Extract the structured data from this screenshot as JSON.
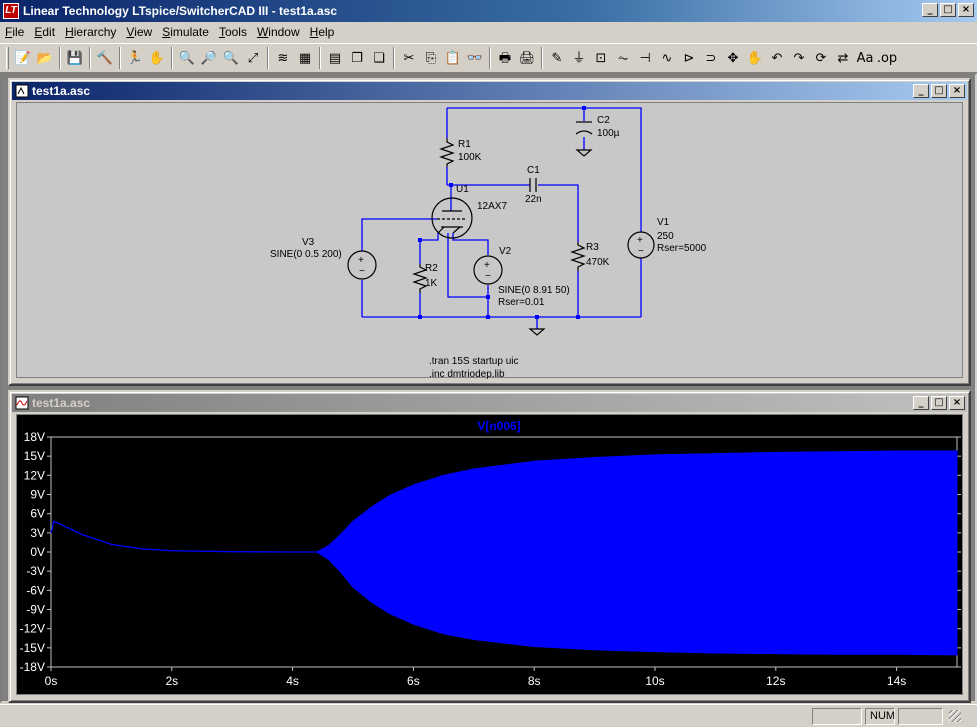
{
  "window": {
    "title": "Linear Technology LTspice/SwitcherCAD III - test1a.asc",
    "app_icon_glyph": "LT"
  },
  "menu": [
    {
      "label": "File",
      "key": "F",
      "rest": "ile"
    },
    {
      "label": "Edit",
      "key": "E",
      "rest": "dit"
    },
    {
      "label": "Hierarchy",
      "key": "H",
      "rest": "ierarchy"
    },
    {
      "label": "View",
      "key": "V",
      "rest": "iew"
    },
    {
      "label": "Simulate",
      "key": "S",
      "rest": "imulate"
    },
    {
      "label": "Tools",
      "key": "T",
      "rest": "ools"
    },
    {
      "label": "Window",
      "key": "W",
      "rest": "indow"
    },
    {
      "label": "Help",
      "key": "H",
      "rest": "elp"
    }
  ],
  "toolbar_icons": [
    [
      "new-schematic-icon",
      "📝"
    ],
    [
      "open-icon",
      "📂"
    ],
    null,
    [
      "save-icon",
      "💾"
    ],
    null,
    [
      "control-panel-icon",
      "🔨"
    ],
    null,
    [
      "run-icon",
      "🏃"
    ],
    [
      "halt-icon",
      "✋"
    ],
    null,
    [
      "zoom-in-icon",
      "🔍"
    ],
    [
      "zoom-out-icon",
      "🔎"
    ],
    [
      "zoom-pan-icon",
      "🔍"
    ],
    [
      "zoom-fit-icon",
      "⤢"
    ],
    null,
    [
      "autorange-icon",
      "≋"
    ],
    [
      "grid-icon",
      "▦"
    ],
    null,
    [
      "tile-horizontal-icon",
      "▤"
    ],
    [
      "cascade-icon",
      "❐"
    ],
    [
      "tile-vertical-icon",
      "❏"
    ],
    null,
    [
      "cut-icon",
      "✂"
    ],
    [
      "copy-icon",
      "⎘"
    ],
    [
      "paste-icon",
      "📋"
    ],
    [
      "find-icon",
      "👓"
    ],
    null,
    [
      "print-setup-icon",
      "🖶"
    ],
    [
      "print-icon",
      "🖨"
    ],
    null,
    [
      "draw-wire-icon",
      "✎"
    ],
    [
      "ground-icon",
      "⏚"
    ],
    [
      "label-net-icon",
      "⊡"
    ],
    [
      "resistor-icon",
      "⏦"
    ],
    [
      "capacitor-icon",
      "⊣"
    ],
    [
      "inductor-icon",
      "∿"
    ],
    [
      "diode-icon",
      "⊳"
    ],
    [
      "component-icon",
      "⊃"
    ],
    [
      "move-icon",
      "✥"
    ],
    [
      "drag-icon",
      "✋"
    ],
    [
      "undo-icon",
      "↶"
    ],
    [
      "redo-icon",
      "↷"
    ],
    [
      "rotate-icon",
      "⟳"
    ],
    [
      "mirror-icon",
      "⇄"
    ],
    [
      "text-icon",
      "Aa"
    ],
    [
      "spice-directive-icon",
      ".op"
    ]
  ],
  "schematic_window": {
    "title": "test1a.asc"
  },
  "plot_window": {
    "title": "test1a.asc"
  },
  "schematic": {
    "components": {
      "r1": {
        "ref": "R1",
        "value": "100K"
      },
      "c2": {
        "ref": "C2",
        "value": "100µ"
      },
      "c1": {
        "ref": "C1",
        "value": "22n"
      },
      "u1": {
        "ref": "U1",
        "value": "12AX7"
      },
      "v1": {
        "ref": "V1",
        "value": "250",
        "extra": "Rser=5000"
      },
      "v3": {
        "ref": "V3",
        "value": "SINE(0 0.5 200)"
      },
      "r2": {
        "ref": "R2",
        "value": "1K"
      },
      "v2": {
        "ref": "V2",
        "value": "SINE(0 8.91 50)",
        "extra": "Rser=0.01"
      },
      "r3": {
        "ref": "R3",
        "value": "470K"
      }
    },
    "directives": [
      ".tran 15S startup uic",
      ".inc dmtriodep.lib"
    ]
  },
  "chart_data": {
    "type": "line",
    "title": "V[n006]",
    "series": [
      {
        "name": "V[n006]",
        "color": "#0000ff"
      }
    ],
    "xlabel": "",
    "ylabel": "",
    "xlim": [
      0,
      15
    ],
    "ylim": [
      -18,
      18
    ],
    "x_ticks": [
      0,
      2,
      4,
      6,
      8,
      10,
      12,
      14
    ],
    "x_tick_labels": [
      "0s",
      "2s",
      "4s",
      "6s",
      "8s",
      "10s",
      "12s",
      "14s"
    ],
    "y_ticks": [
      18,
      15,
      12,
      9,
      6,
      3,
      0,
      -3,
      -6,
      -9,
      -12,
      -15,
      -18
    ],
    "y_tick_labels": [
      "18V",
      "15V",
      "12V",
      "9V",
      "6V",
      "3V",
      "0V",
      "-3V",
      "-6V",
      "-9V",
      "-12V",
      "-15V",
      "-18V"
    ],
    "initial_decay": {
      "x": [
        0,
        0.05,
        0.5,
        1,
        1.5,
        2,
        3,
        4,
        4.4
      ],
      "y": [
        3.0,
        4.8,
        2.8,
        1.2,
        0.5,
        0.2,
        0.05,
        0.0,
        0.0
      ]
    },
    "envelope_upper": {
      "x": [
        4.4,
        4.6,
        4.8,
        5.0,
        5.3,
        5.6,
        6.0,
        6.5,
        7.0,
        8.0,
        9.0,
        10,
        11,
        12,
        13,
        14,
        15
      ],
      "y": [
        0,
        1.0,
        2.8,
        4.8,
        7.0,
        8.8,
        10.5,
        12.0,
        13.0,
        14.2,
        14.8,
        15.2,
        15.4,
        15.6,
        15.7,
        15.8,
        15.8
      ]
    },
    "envelope_lower": {
      "x": [
        4.4,
        4.6,
        4.8,
        5.0,
        5.3,
        5.6,
        6.0,
        6.5,
        7.0,
        8.0,
        9.0,
        10,
        11,
        12,
        13,
        14,
        15
      ],
      "y": [
        0,
        -1.2,
        -3.2,
        -5.5,
        -7.8,
        -9.6,
        -11.3,
        -12.8,
        -13.7,
        -14.8,
        -15.3,
        -15.6,
        -15.8,
        -15.9,
        -16.0,
        -16.0,
        -16.1
      ]
    },
    "grid": false
  },
  "status": {
    "cells": [
      "",
      "NUM",
      ""
    ]
  },
  "colors": {
    "wire": "#0000ff",
    "component": "#000000",
    "junction": "#0000ff",
    "trace": "#0000ff",
    "plot_bg": "#000000",
    "axis_label": "#ffffff",
    "trace_title": "#0000ff"
  }
}
